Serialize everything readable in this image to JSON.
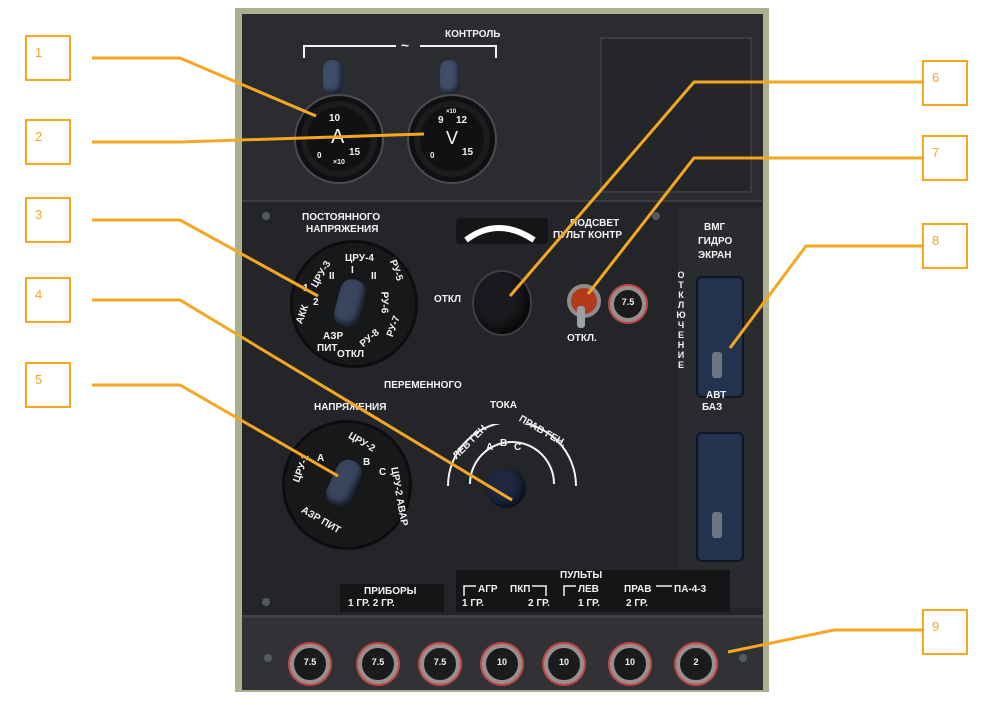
{
  "callouts": [
    "1",
    "2",
    "3",
    "4",
    "5",
    "6",
    "7",
    "8",
    "9"
  ],
  "header": {
    "control_title": "КОНТРОЛЬ",
    "tilde": "~"
  },
  "ammeter": {
    "symbol": "A",
    "mark_10": "10",
    "mark_15": "15",
    "mark_0": "0",
    "mult": "×10"
  },
  "voltmeter": {
    "symbol": "V",
    "mark_9": "9",
    "mark_12": "12",
    "mark_15": "15",
    "mark_0": "0",
    "mult": "×10"
  },
  "dc_section": {
    "title_line1": "ПОСТОЯННОГО",
    "title_line2": "НАПРЯЖЕНИЯ",
    "positions": [
      "ЦРУ-4",
      "ЦРУ-3",
      "I",
      "II",
      "II",
      "РУ-5",
      "РУ-6",
      "РУ-7",
      "РУ-8",
      "ОТКЛ",
      "АЗР",
      "ПИТ",
      "АКК",
      "1",
      "2"
    ]
  },
  "backlight": {
    "label_line1": "ПОДСВЕТ",
    "label_line2": "ПУЛЬТ КОНТР",
    "off_label": "ОТКЛ"
  },
  "toggle": {
    "off_label": "ОТКЛ.",
    "fuse_value": "7.5"
  },
  "vmg": {
    "line1": "ВМГ",
    "line2": "ГИДРО",
    "line3": "ЭКРАН",
    "vertical": "ОТКЛЮЧЕНИЕ",
    "bottom_line1": "АВТ",
    "bottom_line2": "БАЗ"
  },
  "ac_section": {
    "title": "ПЕРЕМЕННОГО",
    "voltage_title": "НАПРЯЖЕНИЯ",
    "current_title": "ТОКА",
    "voltage_positions": [
      "ЦРУ-1",
      "ЦРУ-2",
      "А",
      "В",
      "С",
      "ЦРУ-2 АВАР",
      "АЗР ПИТ"
    ],
    "current_positions": [
      "ЛЕВ ГЕН.",
      "ПРАВ ГЕН.",
      "А",
      "В",
      "С"
    ]
  },
  "bottom_labels": {
    "pribory": "ПРИБОРЫ",
    "pribory_groups": "1 ГР.      2 ГР.",
    "pulty": "ПУЛЬТЫ",
    "agr": "АГР",
    "pkp": "ПКП",
    "lev": "ЛЕВ",
    "prav": "ПРАВ",
    "pa": "ПА-4-3",
    "gr1": "1 ГР.",
    "gr2": "2 ГР.",
    "gr1b": "1 ГР.",
    "gr2b": "2 ГР."
  },
  "fuses": [
    "7.5",
    "7.5",
    "7.5",
    "10",
    "10",
    "10",
    "2"
  ],
  "colors": {
    "callout": "#f5a623",
    "panel": "#2f3134",
    "frame": "#a9b190"
  }
}
